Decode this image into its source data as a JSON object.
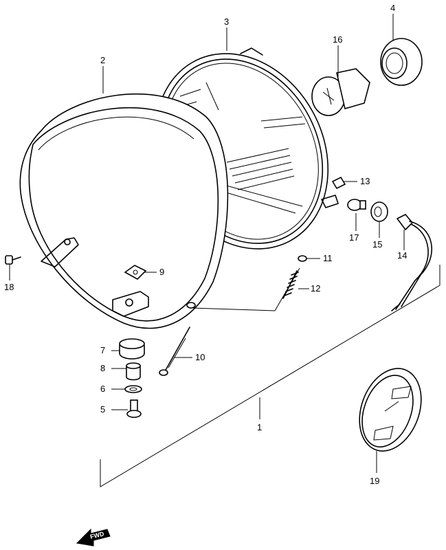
{
  "callouts": {
    "c1": "1",
    "c2": "2",
    "c3": "3",
    "c4": "4",
    "c5": "5",
    "c6": "6",
    "c7": "7",
    "c8": "8",
    "c9": "9",
    "c10": "10",
    "c11": "11",
    "c12": "12",
    "c13": "13",
    "c14": "14",
    "c15": "15",
    "c16": "16",
    "c17": "17",
    "c18": "18",
    "c19": "19"
  },
  "fwd_label": "FWD",
  "colors": {
    "ink": "#000000",
    "paper": "#ffffff"
  }
}
